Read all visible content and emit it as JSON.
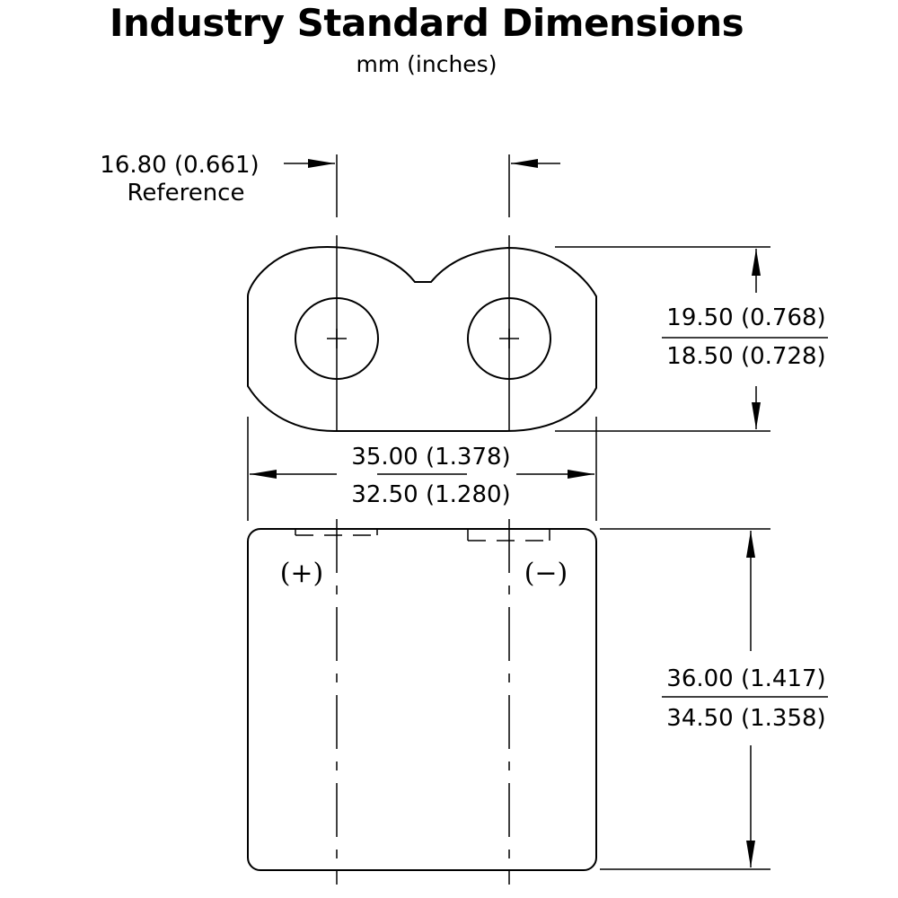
{
  "header": {
    "title": "Industry Standard Dimensions",
    "units_note": "mm (inches)"
  },
  "top_view": {
    "terminal_spacing": {
      "value": "16.80 (0.661)",
      "note": "Reference"
    },
    "depth": {
      "max": "19.50 (0.768)",
      "min": "18.50 (0.728)"
    },
    "width": {
      "max": "35.00 (1.378)",
      "min": "32.50 (1.280)"
    }
  },
  "side_view": {
    "height": {
      "max": "36.00 (1.417)",
      "min": "34.50 (1.358)"
    },
    "positive_label": "(+)",
    "negative_label": "(−)"
  },
  "colors": {
    "line": "#000000",
    "background": "#ffffff"
  },
  "icons": {
    "positive_terminal": "plus-crosshair",
    "negative_terminal": "plus-crosshair",
    "arrowhead": "filled-triangle"
  }
}
